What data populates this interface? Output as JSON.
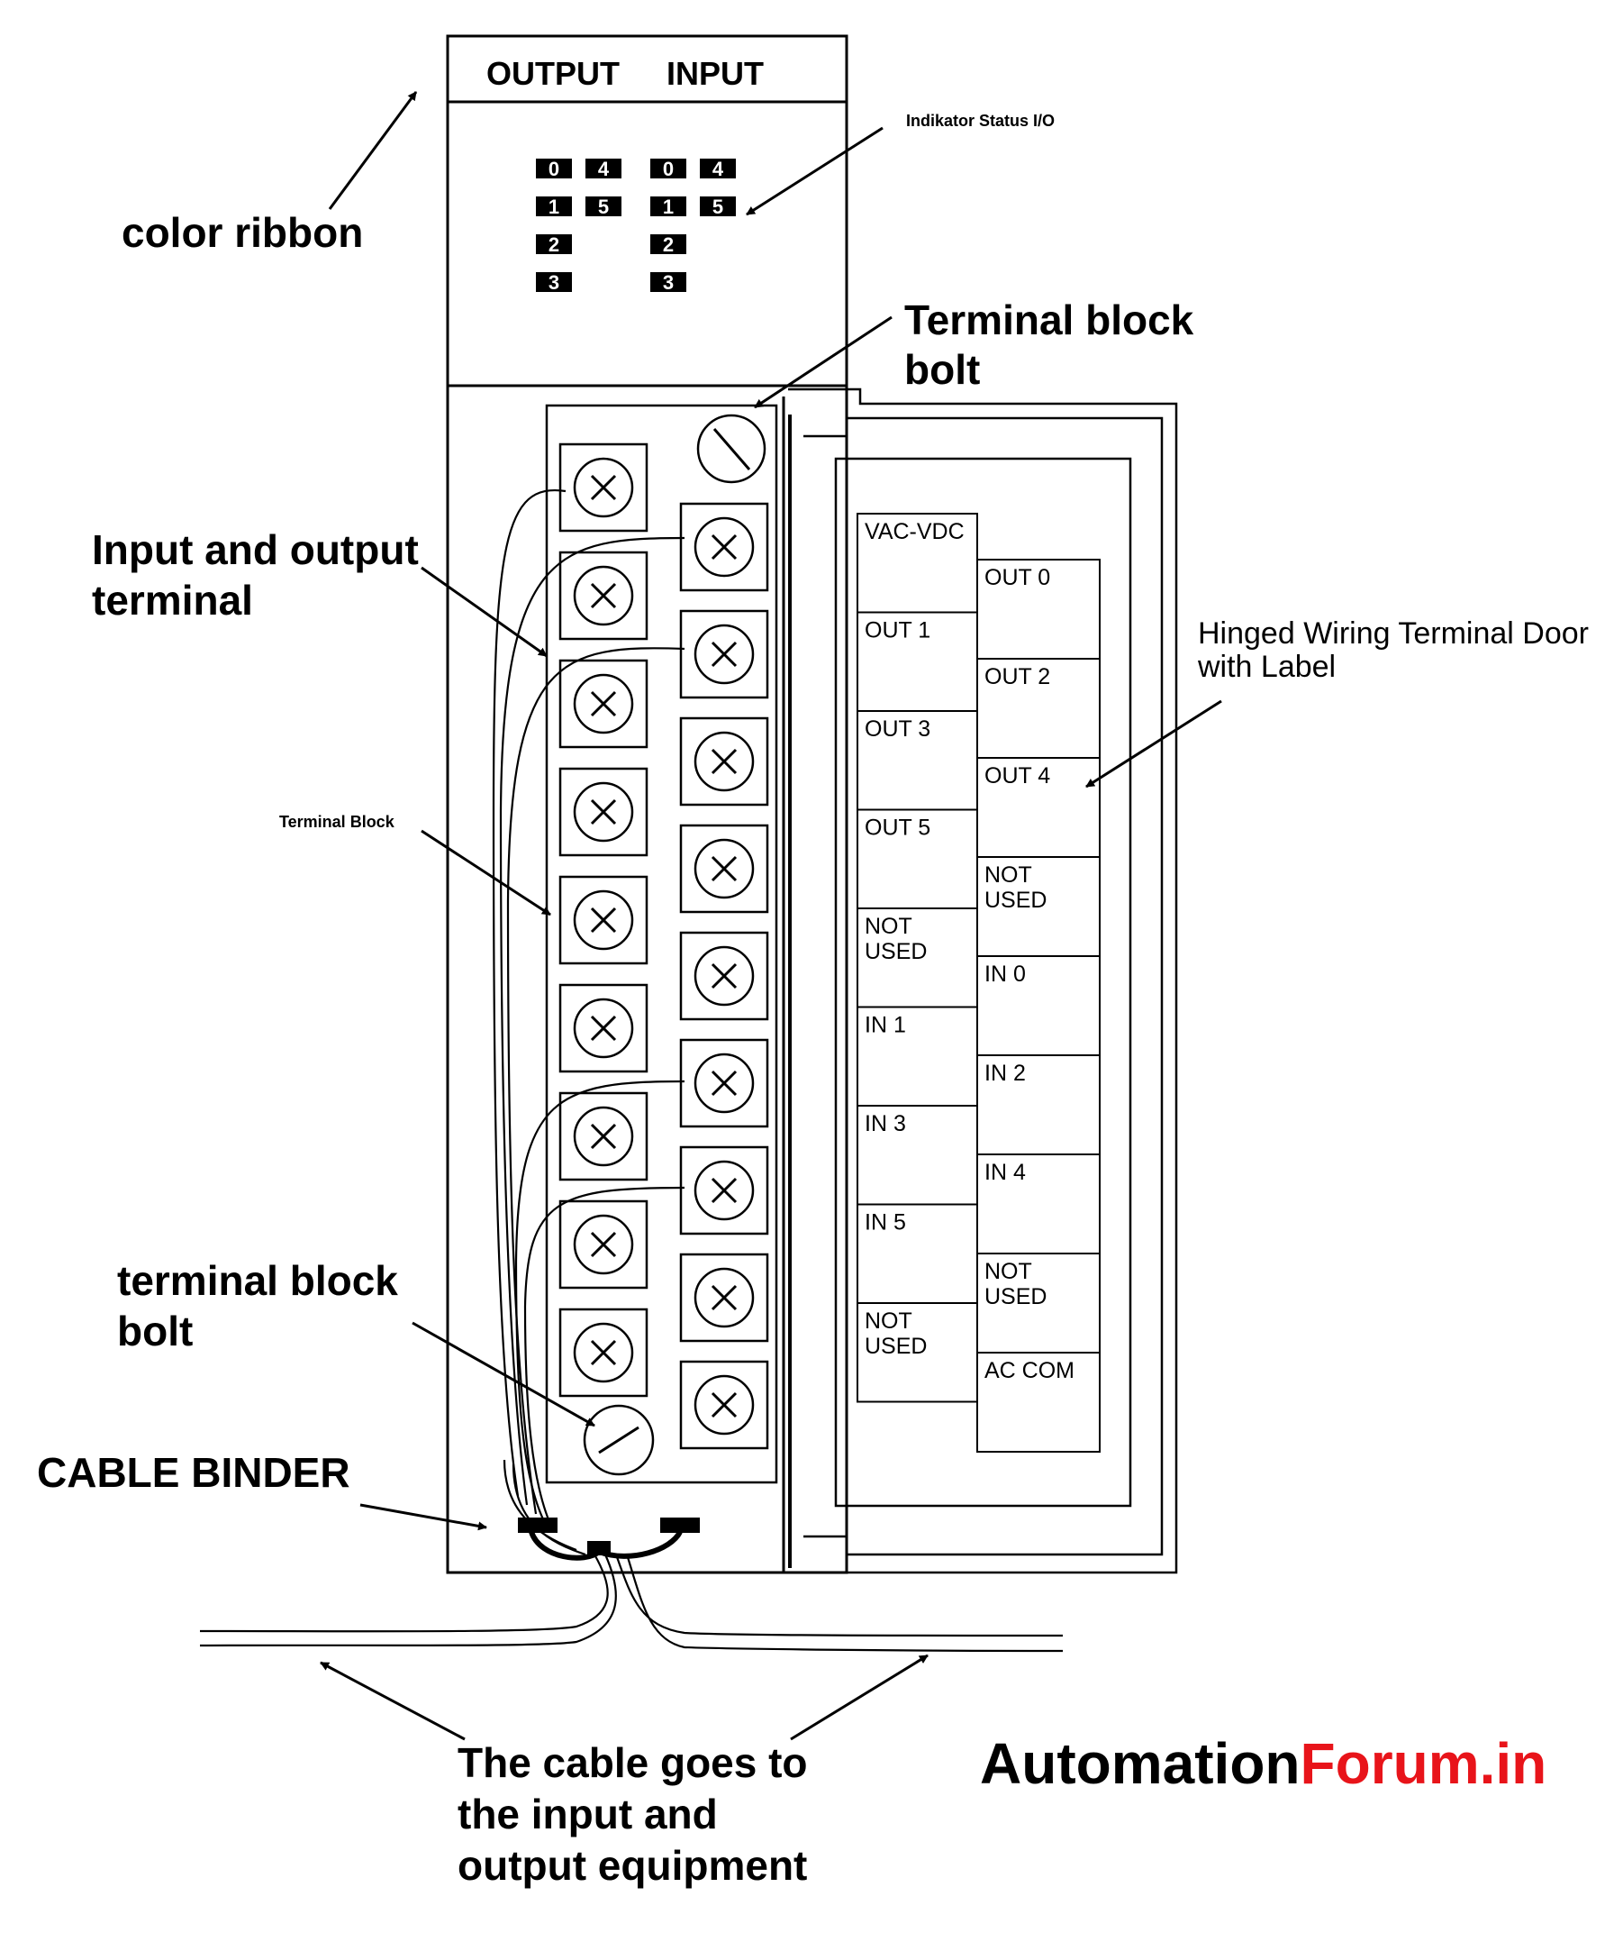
{
  "colors": {
    "ink": "#000000",
    "brand_dark": "#000000",
    "brand_accent": "#e8141a"
  },
  "module": {
    "header_output": "OUTPUT",
    "header_input": "INPUT",
    "output_leds": [
      [
        "0",
        "4"
      ],
      [
        "1",
        "5"
      ],
      [
        "2"
      ],
      [
        "3"
      ]
    ],
    "input_leds": [
      [
        "0",
        "4"
      ],
      [
        "1",
        "5"
      ],
      [
        "2"
      ],
      [
        "3"
      ]
    ]
  },
  "annotations": {
    "color_ribbon": "color ribbon",
    "indikator": "Indikator Status I/O",
    "bolt_top_line1": "Terminal block",
    "bolt_top_line2": "bolt",
    "io_terminal_line1": "Input and output",
    "io_terminal_line2": "terminal",
    "hinged_line1": "Hinged Wiring Terminal Door",
    "hinged_line2": "with Label",
    "terminal_block": "Terminal Block",
    "bolt_bottom_line1": "terminal block",
    "bolt_bottom_line2": "bolt",
    "cable_binder": "CABLE BINDER",
    "cable_line1": "The cable goes to",
    "cable_line2": "the input and",
    "cable_line3": "output equipment"
  },
  "door_label": {
    "left_column": [
      [
        "VAC-VDC"
      ],
      [
        "OUT 1"
      ],
      [
        "OUT 3"
      ],
      [
        "OUT 5"
      ],
      [
        "NOT",
        "USED"
      ],
      [
        "IN 1"
      ],
      [
        "IN 3"
      ],
      [
        "IN 5"
      ],
      [
        "NOT",
        "USED"
      ]
    ],
    "right_column": [
      [
        "OUT 0"
      ],
      [
        "OUT 2"
      ],
      [
        "OUT 4"
      ],
      [
        "NOT",
        "USED"
      ],
      [
        "IN 0"
      ],
      [
        "IN 2"
      ],
      [
        "IN 4"
      ],
      [
        "NOT",
        "USED"
      ],
      [
        "AC COM"
      ]
    ]
  },
  "brand": {
    "part1": "Automation",
    "part2": "Forum.in"
  }
}
